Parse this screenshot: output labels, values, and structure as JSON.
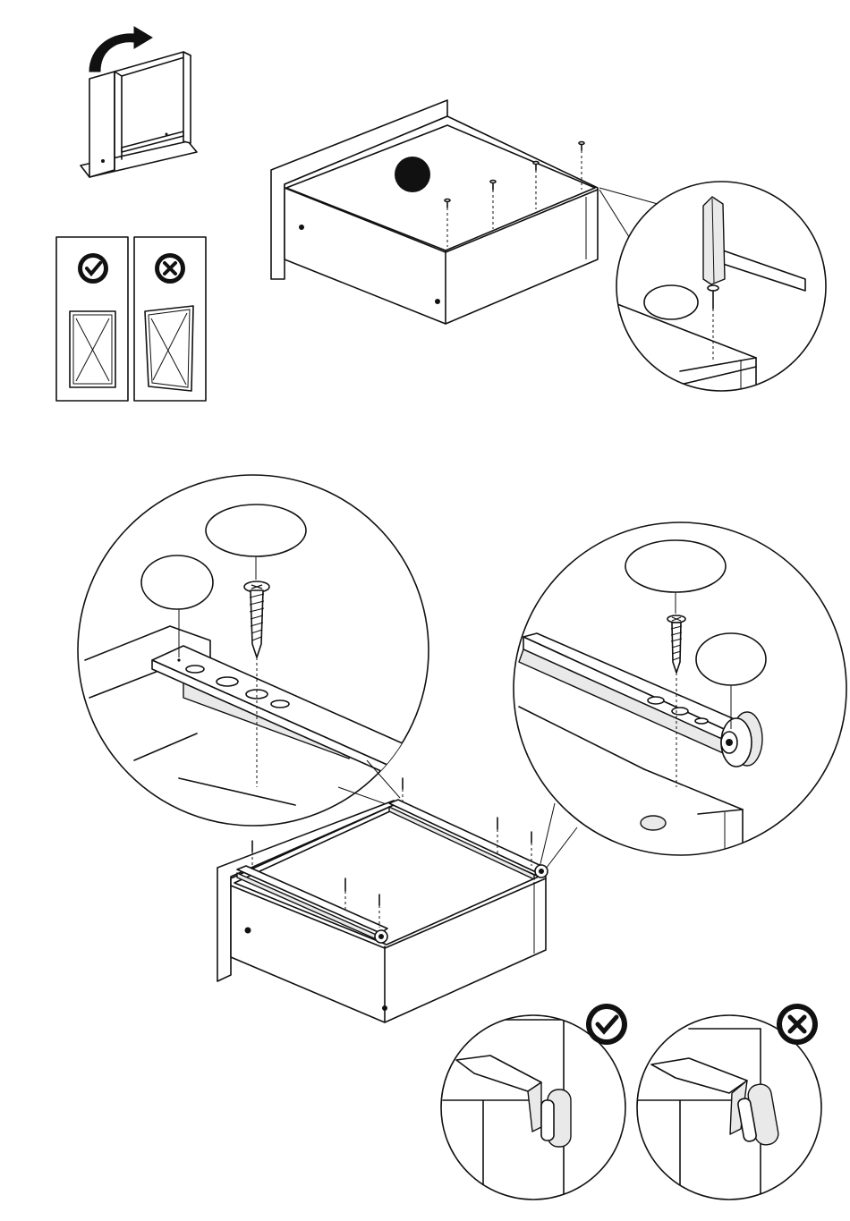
{
  "document": {
    "kind": "furniture assembly instructions page",
    "text_labels": []
  },
  "steps": [
    {
      "id": "flip-carcass",
      "icon": "rotate-arrow-icon"
    },
    {
      "id": "squareness-check",
      "correct_icon": "check-circle-icon",
      "wrong_icon": "cross-circle-icon"
    },
    {
      "id": "nail-back-panel",
      "tool_icon": "hammer-icon",
      "nail_count": 4
    },
    {
      "id": "attach-drawer-runners",
      "screw_count": 6
    },
    {
      "id": "runner-orientation",
      "correct_icon": "check-circle-icon",
      "wrong_icon": "cross-circle-icon"
    }
  ],
  "colors": {
    "line": "#111111",
    "background": "#ffffff",
    "shade": "#e9e9e9"
  }
}
